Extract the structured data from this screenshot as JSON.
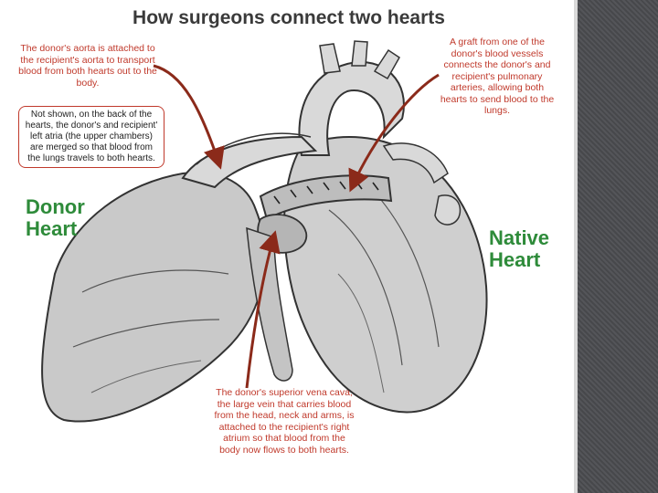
{
  "title": "How surgeons connect two hearts",
  "callouts": {
    "aorta": "The donor's aorta is attached to the recipient's aorta to transport blood from both hearts out to the body.",
    "atria": "Not shown, on the back of the hearts, the donor's and recipient' left atria (the upper chambers) are merged so that blood from the lungs travels to both hearts.",
    "graft": "A graft from one of the donor's blood vessels connects the donor's and recipient's pulmonary arteries, allowing both hearts to send blood to the lungs.",
    "vena_cava": "The donor's superior vena cava, the large vein that carries blood from the head, neck and arms, is attached to the recipient's right atrium so that blood from the body now flows to both hearts."
  },
  "labels": {
    "donor_line1": "Donor",
    "donor_line2": "Heart",
    "native_line1": "Native",
    "native_line2": "Heart"
  },
  "colors": {
    "callout_text": "#c0392b",
    "arrow": "#8b2a1a",
    "heart_label": "#2e8b3a",
    "sidebar": "#4b4c50"
  }
}
